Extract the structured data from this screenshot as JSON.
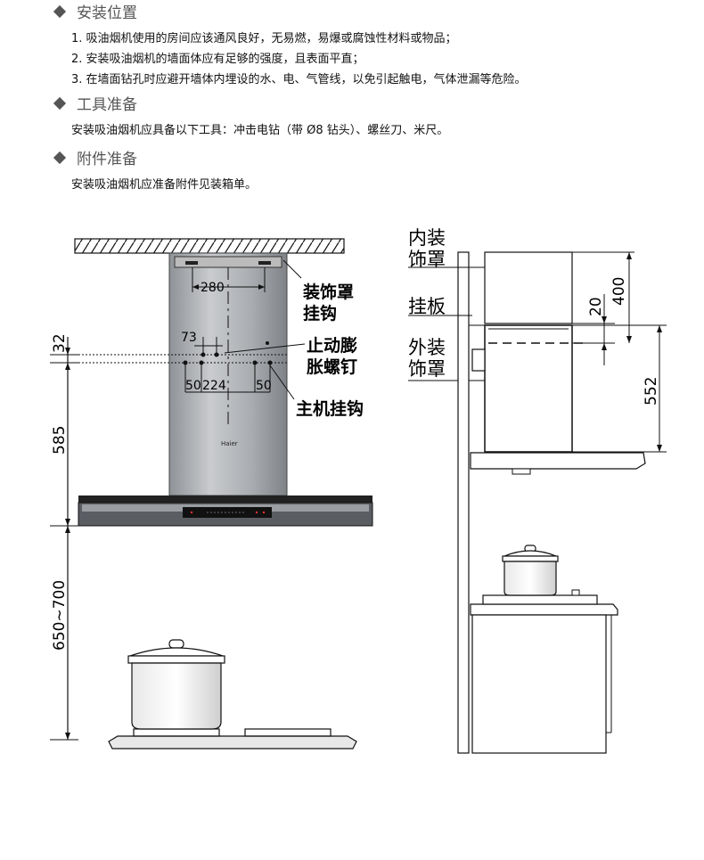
{
  "sections": {
    "location": {
      "title": "安装位置",
      "items": [
        "1. 吸油烟机使用的房间应该通风良好，无易燃，易爆或腐蚀性材料或物品；",
        "2. 安装吸油烟机的墙面体应有足够的强度，且表面平直；",
        "3. 在墙面钻孔时应避开墙体内埋设的水、电、气管线，以免引起触电，气体泄漏等危险。"
      ]
    },
    "tools": {
      "title": "工具准备",
      "text": "安装吸油烟机应具备以下工具：冲击电钻（带 Ø8 钻头）、螺丝刀、米尺。"
    },
    "parts": {
      "title": "附件准备",
      "text": "安装吸油烟机应准备附件见装箱单。"
    }
  },
  "front_view": {
    "label_cover_hook_1": "装饰罩",
    "label_cover_hook_2": "挂钩",
    "label_anchor_1": "止动膨",
    "label_anchor_2": "胀螺钉",
    "label_main_hook": "主机挂钩",
    "dim_280": "280",
    "dim_73": "73",
    "dim_50_left": "50",
    "dim_224": "224",
    "dim_50_right": "50",
    "dim_32": "32",
    "dim_585": "585",
    "dim_650_700": "650~700",
    "brand": "Haier"
  },
  "side_view": {
    "label_inner_1": "内装",
    "label_inner_2": "饰罩",
    "label_plate": "挂板",
    "label_outer_1": "外装",
    "label_outer_2": "饰罩",
    "dim_20": "20",
    "dim_400": "400",
    "dim_552": "552"
  }
}
